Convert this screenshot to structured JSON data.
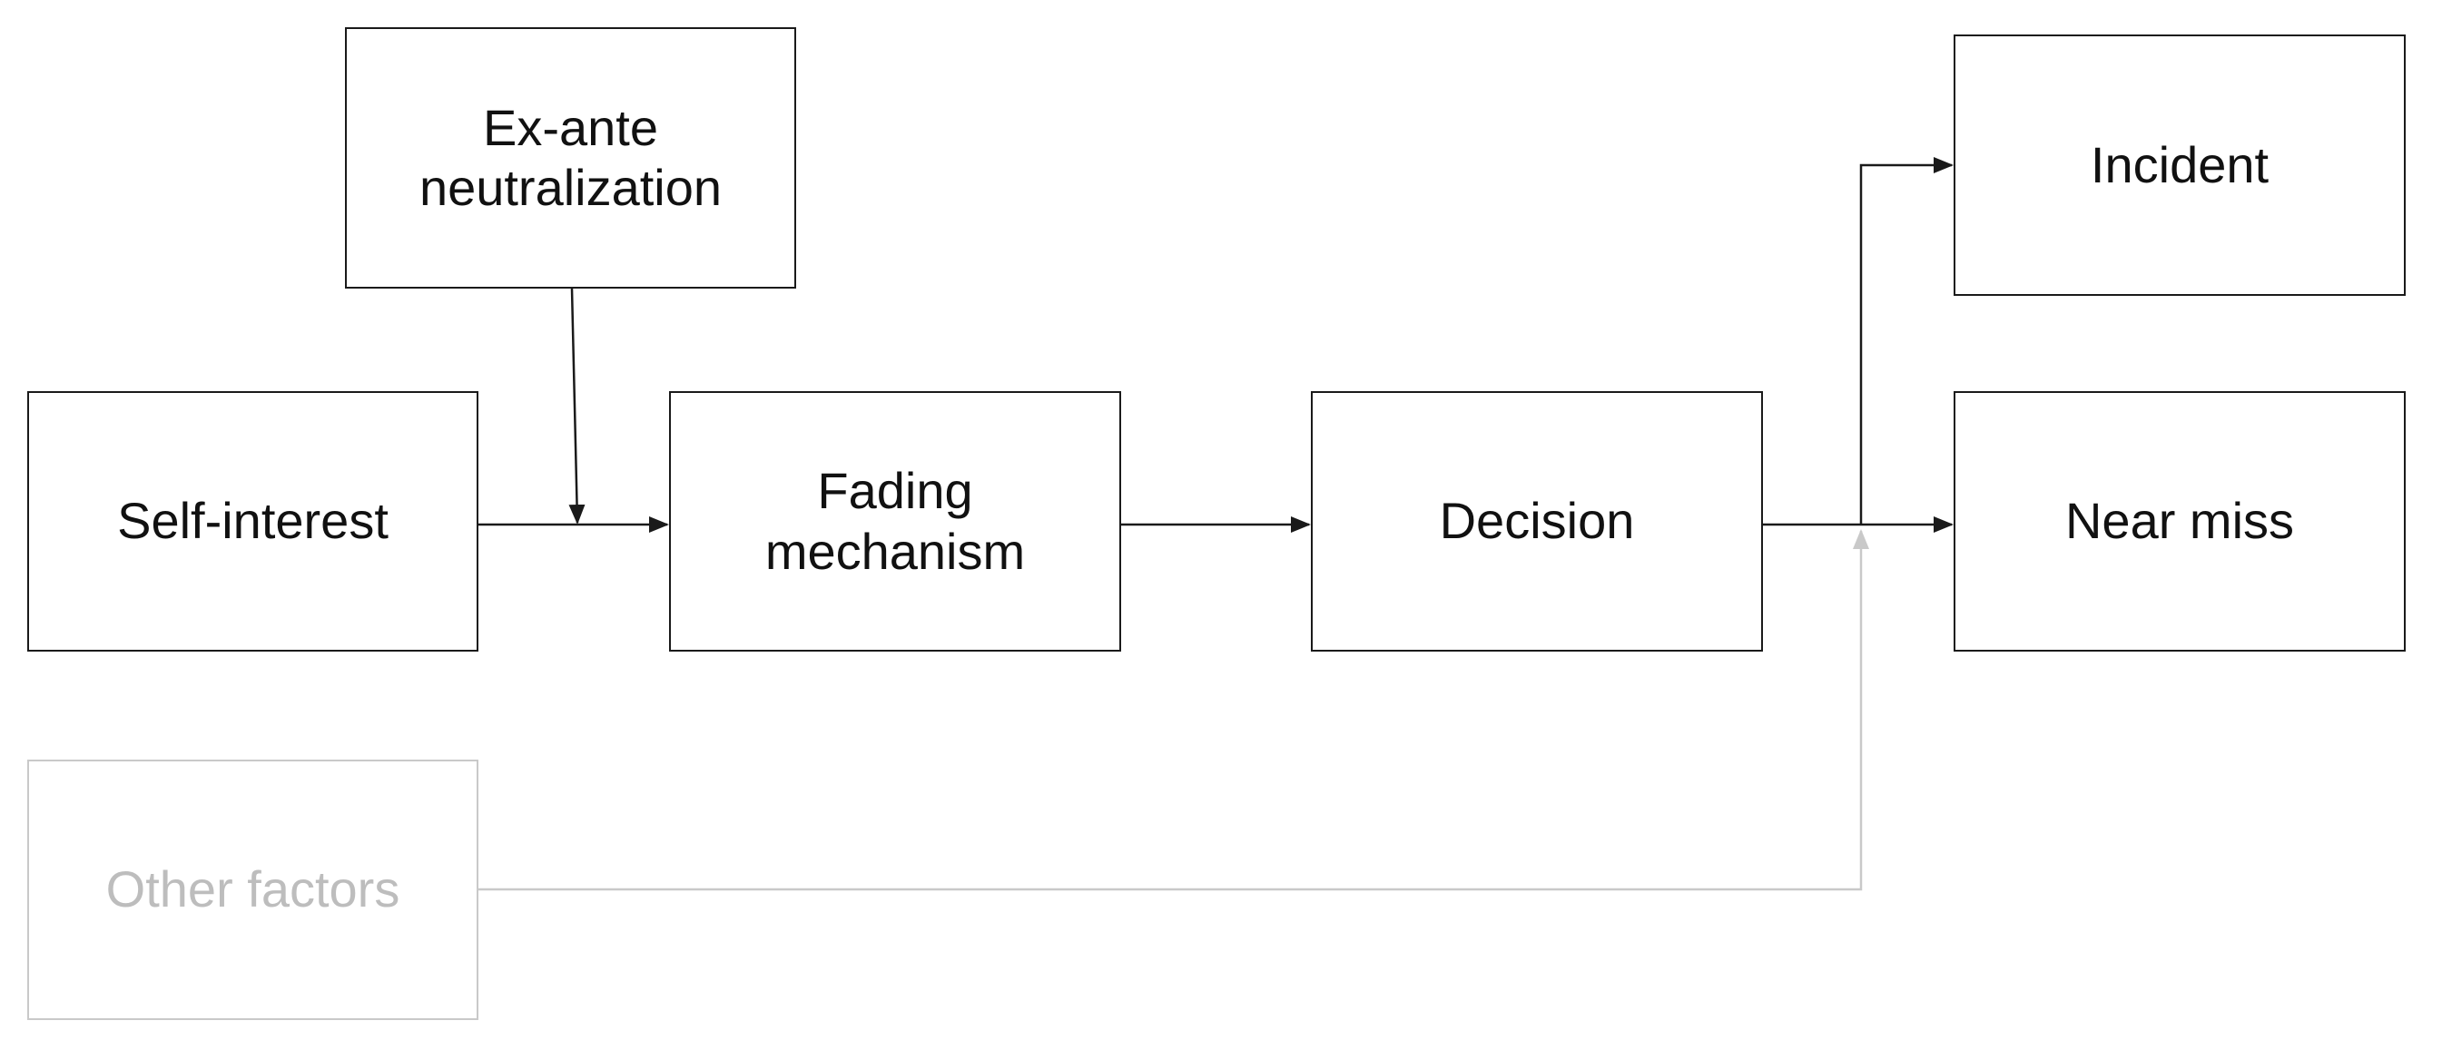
{
  "nodes": {
    "ex_ante": {
      "label": "Ex-ante\nneutralization"
    },
    "self_interest": {
      "label": "Self-interest"
    },
    "fading": {
      "label": "Fading\nmechanism"
    },
    "decision": {
      "label": "Decision"
    },
    "incident": {
      "label": "Incident"
    },
    "near_miss": {
      "label": "Near miss"
    },
    "other": {
      "label": "Other factors"
    }
  },
  "edges": [
    {
      "from": "self_interest",
      "to": "fading"
    },
    {
      "from": "ex_ante",
      "to": "self_interest -> fading"
    },
    {
      "from": "fading",
      "to": "decision"
    },
    {
      "from": "decision",
      "to": "near_miss"
    },
    {
      "from": "decision",
      "to": "incident"
    },
    {
      "from": "other",
      "to": "decision -> outcomes"
    }
  ],
  "colors": {
    "primary_stroke": "#1a1a1a",
    "muted_stroke": "#c9c9c9",
    "muted_text": "#bdbdbd",
    "background": "#ffffff"
  }
}
